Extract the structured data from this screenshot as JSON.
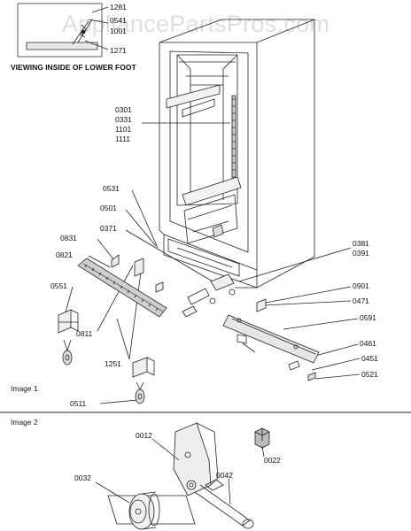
{
  "watermark": "AppliancePartsPros.com",
  "inset_caption": "VIEWING INSIDE OF LOWER FOOT",
  "image1_label": "Image 1",
  "image2_label": "Image 2",
  "labels": {
    "l1281": "1281",
    "l0541": "0541",
    "l1001": "1001",
    "l1271": "1271",
    "stack_left": [
      "0301",
      "0331",
      "1101",
      "1111"
    ],
    "l0531": "0531",
    "l0501": "0501",
    "l0371": "0371",
    "l0831": "0831",
    "l0821": "0821",
    "l0551": "0551",
    "l0811": "0811",
    "l1251": "1251",
    "l0511": "0511",
    "stack_right": [
      "0381",
      "0391"
    ],
    "l0901": "0901",
    "l0471": "0471",
    "l0591": "0591",
    "l0461": "0461",
    "l0451": "0451",
    "l0521": "0521",
    "l0012": "0012",
    "l0022": "0022",
    "l0032": "0032",
    "l0042": "0042"
  }
}
